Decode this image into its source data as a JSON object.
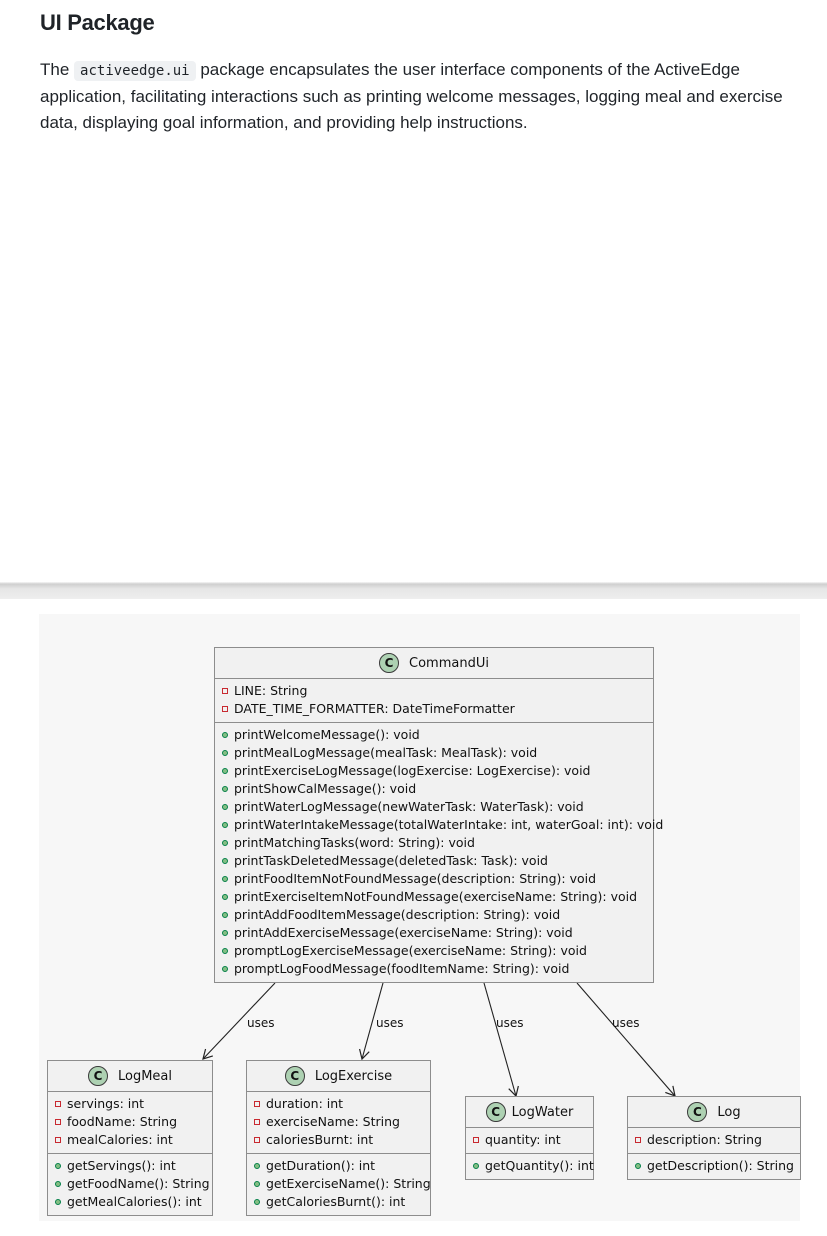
{
  "doc": {
    "title": "UI Package",
    "paragraph_before": "The ",
    "package_code": "activeedge.ui",
    "paragraph_after": " package encapsulates the user interface components of the ActiveEdge application, facilitating interactions such as printing welcome messages, logging meal and exercise data, displaying goal information, and providing help instructions."
  },
  "diagram": {
    "classes": {
      "commandui": {
        "icon": "C",
        "name": "CommandUi",
        "fields": [
          "LINE: String",
          "DATE_TIME_FORMATTER: DateTimeFormatter"
        ],
        "methods": [
          "printWelcomeMessage(): void",
          "printMealLogMessage(mealTask: MealTask): void",
          "printExerciseLogMessage(logExercise: LogExercise): void",
          "printShowCalMessage(): void",
          "printWaterLogMessage(newWaterTask: WaterTask): void",
          "printWaterIntakeMessage(totalWaterIntake: int, waterGoal: int): void",
          "printMatchingTasks(word: String): void",
          "printTaskDeletedMessage(deletedTask: Task): void",
          "printFoodItemNotFoundMessage(description: String): void",
          "printExerciseItemNotFoundMessage(exerciseName: String): void",
          "printAddFoodItemMessage(description: String): void",
          "printAddExerciseMessage(exerciseName: String): void",
          "promptLogExerciseMessage(exerciseName: String): void",
          "promptLogFoodMessage(foodItemName: String): void"
        ]
      },
      "logmeal": {
        "icon": "C",
        "name": "LogMeal",
        "fields": [
          "servings: int",
          "foodName: String",
          "mealCalories: int"
        ],
        "methods": [
          "getServings(): int",
          "getFoodName(): String",
          "getMealCalories(): int"
        ]
      },
      "logexercise": {
        "icon": "C",
        "name": "LogExercise",
        "fields": [
          "duration: int",
          "exerciseName: String",
          "caloriesBurnt: int"
        ],
        "methods": [
          "getDuration(): int",
          "getExerciseName(): String",
          "getCaloriesBurnt(): int"
        ]
      },
      "logwater": {
        "icon": "C",
        "name": "LogWater",
        "fields": [
          "quantity: int"
        ],
        "methods": [
          "getQuantity(): int"
        ]
      },
      "log": {
        "icon": "C",
        "name": "Log",
        "fields": [
          "description: String"
        ],
        "methods": [
          "getDescription(): String"
        ]
      }
    },
    "edge_labels": {
      "to_logmeal": "uses",
      "to_logexercise": "uses",
      "to_logwater": "uses",
      "to_log": "uses"
    },
    "colors": {
      "class_fill": "#f1f1f1",
      "class_border": "#8d8d8d",
      "class_icon": "#add1b2",
      "private_marker": "#c82930",
      "public_marker": "#84be84"
    }
  }
}
